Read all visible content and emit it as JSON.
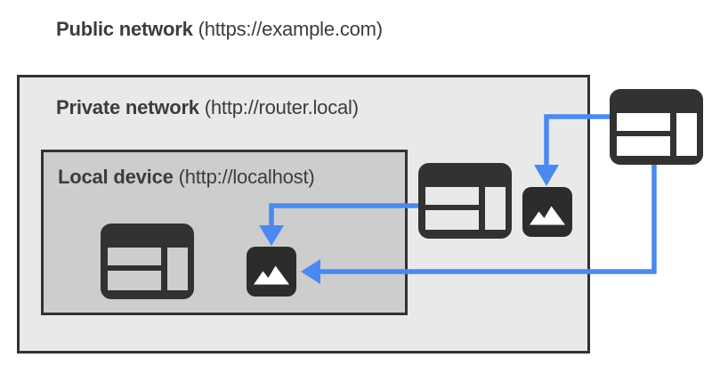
{
  "public_network": {
    "name": "Public network",
    "url": "(https://example.com)"
  },
  "private_network": {
    "name": "Private network",
    "url": "(http://router.local)"
  },
  "local_device": {
    "name": "Local device",
    "url": "(http://localhost)"
  },
  "nodes": [
    {
      "id": "public-browser",
      "icon": "browser-window-icon",
      "zone": "Public network"
    },
    {
      "id": "private-browser",
      "icon": "browser-window-icon",
      "zone": "Private network"
    },
    {
      "id": "private-image",
      "icon": "image-icon",
      "zone": "Private network"
    },
    {
      "id": "local-browser",
      "icon": "browser-window-icon",
      "zone": "Local device"
    },
    {
      "id": "local-image",
      "icon": "image-icon",
      "zone": "Local device"
    }
  ],
  "arrows": [
    {
      "from": "public-browser",
      "to": "private-image",
      "meaning": "public page requesting resource on private network"
    },
    {
      "from": "public-browser",
      "to": "local-image",
      "meaning": "public page requesting resource on local device"
    },
    {
      "from": "private-browser",
      "to": "local-image",
      "meaning": "private network page requesting resource on local device"
    }
  ],
  "colors": {
    "arrow_blue": "#4a89f0",
    "icon_dark": "#323232",
    "border_dark": "#323232",
    "private_network_bg": "#e9e9e9",
    "local_device_bg": "#cdcdcd",
    "page_bg": "#ffffff",
    "text": "#3c3c3c",
    "image_icon_glyph": "#ffffff"
  }
}
